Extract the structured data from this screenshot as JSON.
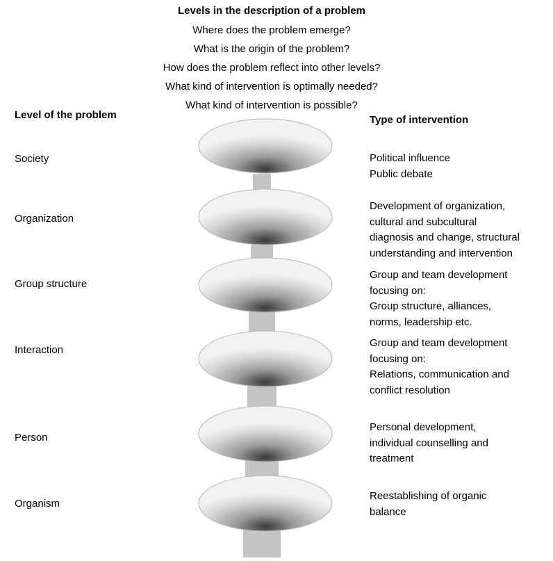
{
  "title": "Levels in the description of a problem",
  "questions": [
    "Where does the problem emerge?",
    "What is the origin of the problem?",
    "How does the problem reflect into other levels?",
    "What kind of intervention is optimally needed?",
    "What kind of intervention is possible?"
  ],
  "left_header": "Level of the problem",
  "right_header": "Type of intervention",
  "levels": [
    {
      "name": "Society",
      "intervention": [
        "Political influence",
        "Public debate"
      ]
    },
    {
      "name": "Organization",
      "intervention": [
        "Development of organization,",
        "cultural and subcultural",
        "diagnosis and change, structural",
        "understanding and intervention"
      ]
    },
    {
      "name": "Group structure",
      "intervention": [
        "Group and team development",
        "focusing on:",
        "Group structure, alliances,",
        "norms, leadership etc."
      ]
    },
    {
      "name": "Interaction",
      "intervention": [
        "Group and team development",
        "focusing on:",
        "Relations, communication and",
        "conflict resolution"
      ]
    },
    {
      "name": "Person",
      "intervention": [
        "Personal development,",
        "individual counselling and",
        "treatment"
      ]
    },
    {
      "name": "Organism",
      "intervention": [
        "Reestablishing of organic",
        "balance"
      ]
    }
  ],
  "colors": {
    "disc_light": "#f2f2f2",
    "disc_dark": "#3a3a3a",
    "stem": "#c4c4c4"
  }
}
